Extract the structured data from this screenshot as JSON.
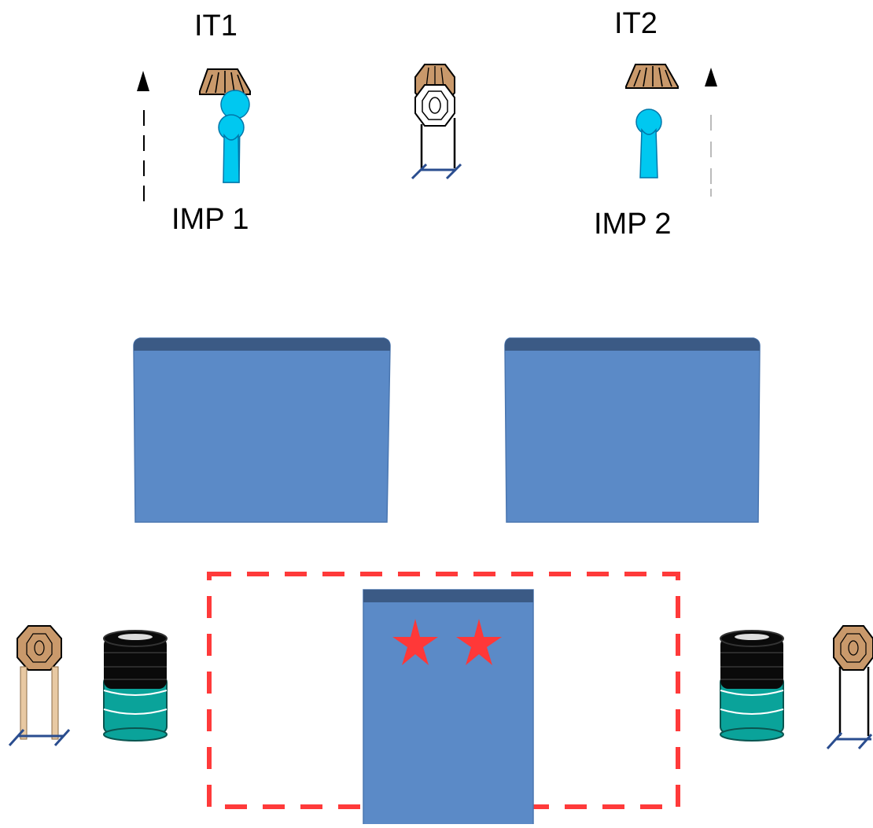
{
  "labels": {
    "it1": "IT1",
    "it2": "IT2",
    "imp1": "IMP 1",
    "imp2": "IMP 2"
  },
  "colors": {
    "background": "#ffffff",
    "steel_target": "#c9996b",
    "steel_target_outline": "#000000",
    "no_shoot_target": "#ffffff",
    "popper": "#00c8f0",
    "barricade_face": "#5b8ac7",
    "barricade_top": "#3b5a85",
    "barrel_body": "#0aa39a",
    "barrel_tires": "#0a0a0a",
    "star": "#ff3838",
    "shooting_box": "#ff3a3a",
    "stand_frame": "#e8c9a3",
    "stand_base": "#2a4d8f"
  },
  "icons": {
    "steel_target": "octagon-steel-target-icon",
    "popper": "popper-icon",
    "barricade": "barricade-icon",
    "barrel": "barrel-icon",
    "star": "star-icon",
    "direction_arrow": "up-arrow-icon"
  }
}
